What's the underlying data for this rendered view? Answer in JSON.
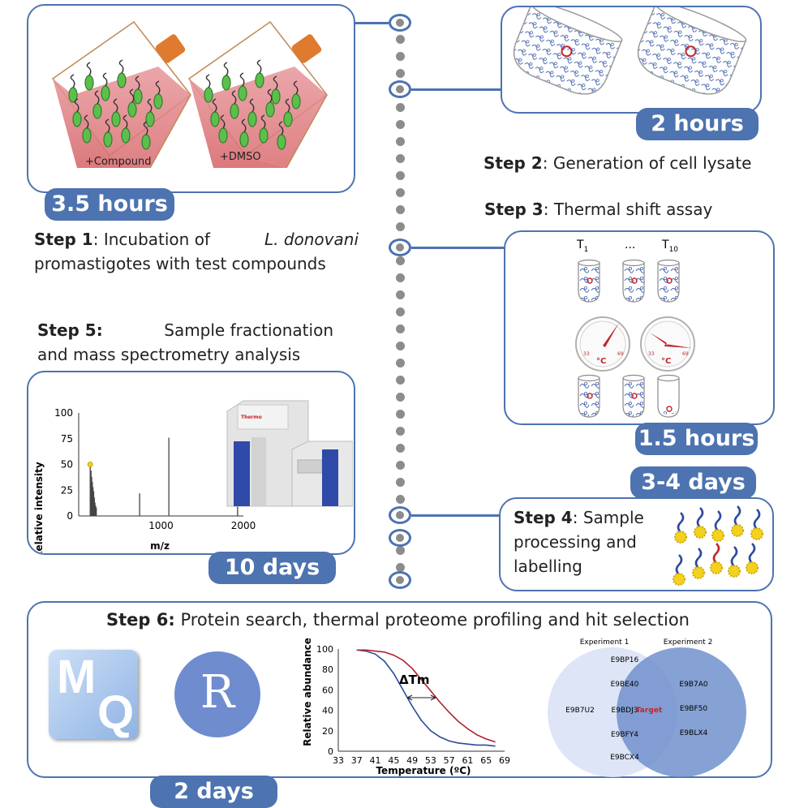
{
  "step1": {
    "tab": "3.5 hours",
    "label_compound": "+Compound",
    "label_dmso": "+DMSO",
    "bold": "Step 1",
    "text_a": ": Incubation of ",
    "italic": "L. donovani",
    "text_b": "promastigotes with test compounds"
  },
  "step2": {
    "tab": "2 hours",
    "bold": "Step 2",
    "text": ": Generation of cell lysate"
  },
  "step3": {
    "tab": "1.5 hours",
    "bold": "Step 3",
    "text": ": Thermal shift assay",
    "t1": "T",
    "t1_sub": "1",
    "dots": "...",
    "t10": "T",
    "t10_sub": "10",
    "gauge_unit": "°C",
    "gauge_min": "33",
    "gauge_max": "69"
  },
  "step4": {
    "tab": "3-4 days",
    "bold": "Step 4",
    "text_a": ": Sample",
    "text_b": "processing and",
    "text_c": "labelling"
  },
  "step5": {
    "tab": "10 days",
    "bold": "Step 5:",
    "text_a": " Sample fractionation",
    "text_b": "and mass spectrometry analysis",
    "brand": "Thermo"
  },
  "step6": {
    "tab": "2 days",
    "bold": "Step 6:",
    "text": " Protein search, thermal proteome profiling and hit selection",
    "mq_m": "M",
    "mq_q": "Q",
    "r_logo": "R"
  },
  "spectrum_chart": {
    "type": "bar",
    "ylabel": "Relative intensity",
    "xlabel": "m/z",
    "yticks": [
      "100",
      "75",
      "50",
      "25",
      "0"
    ],
    "xticks": [
      "0",
      "1000",
      "2000"
    ],
    "ylim": [
      0,
      100
    ],
    "xlim": [
      0,
      2000
    ],
    "peaks": [
      {
        "mz": 140,
        "intensity": 48
      },
      {
        "mz": 150,
        "intensity": 44
      },
      {
        "mz": 158,
        "intensity": 38
      },
      {
        "mz": 166,
        "intensity": 33
      },
      {
        "mz": 174,
        "intensity": 28
      },
      {
        "mz": 182,
        "intensity": 24
      },
      {
        "mz": 190,
        "intensity": 18
      },
      {
        "mz": 198,
        "intensity": 13
      },
      {
        "mz": 206,
        "intensity": 10
      },
      {
        "mz": 214,
        "intensity": 8
      },
      {
        "mz": 740,
        "intensity": 22
      },
      {
        "mz": 1095,
        "intensity": 76
      },
      {
        "mz": 1930,
        "intensity": 22
      }
    ],
    "highlight": {
      "mz": 140,
      "intensity": 50
    }
  },
  "melt_chart": {
    "type": "line",
    "xlabel": "Temperature (ºC)",
    "ylabel": "Relative abundance",
    "annotation": "ΔTm",
    "ylim": [
      0,
      100
    ],
    "xlim": [
      33,
      69
    ],
    "xticks": [
      "33",
      "37",
      "41",
      "45",
      "49",
      "53",
      "57",
      "61",
      "65",
      "69"
    ],
    "yticks": [
      "100",
      "80",
      "60",
      "40",
      "20",
      "0"
    ],
    "x": [
      37,
      39,
      41,
      43,
      45,
      47,
      49,
      51,
      53,
      55,
      57,
      59,
      61,
      63,
      65,
      67
    ],
    "series": [
      {
        "color": "#2e4a9e",
        "values": [
          99,
          98,
          95,
          88,
          76,
          60,
          44,
          30,
          20,
          14,
          10,
          8,
          7,
          6,
          6,
          5
        ]
      },
      {
        "color": "#b01e2e",
        "values": [
          99,
          99,
          98,
          97,
          94,
          89,
          81,
          70,
          59,
          48,
          38,
          29,
          22,
          16,
          12,
          9
        ]
      }
    ]
  },
  "venn": {
    "label_a": "Experiment 1",
    "label_b": "Experiment 2",
    "only_a": [
      "E9BP16",
      "E9BE40",
      "E9BDJ3",
      "E9BFY4",
      "E9BCX4"
    ],
    "only_a_left": "E9B7U2",
    "shared": "Target",
    "only_b": [
      "E9B7A0",
      "E9BF50",
      "E9BLX4"
    ]
  },
  "colors": {
    "accent": "#4d73b0",
    "dots": "#8c8c8c",
    "highlight_red": "#c0262c"
  }
}
